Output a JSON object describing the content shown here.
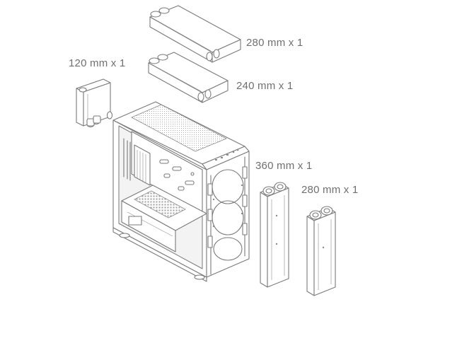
{
  "labels": {
    "rad_top_280": "280 mm x 1",
    "rad_top_240": "240 mm x 1",
    "rad_rear_120": "120 mm x 1",
    "rad_front_360": "360 mm x 1",
    "rad_front_280": "280 mm x 1"
  },
  "colors": {
    "line": "#7a7a7a",
    "label": "#6f6f6f",
    "background": "#ffffff"
  }
}
